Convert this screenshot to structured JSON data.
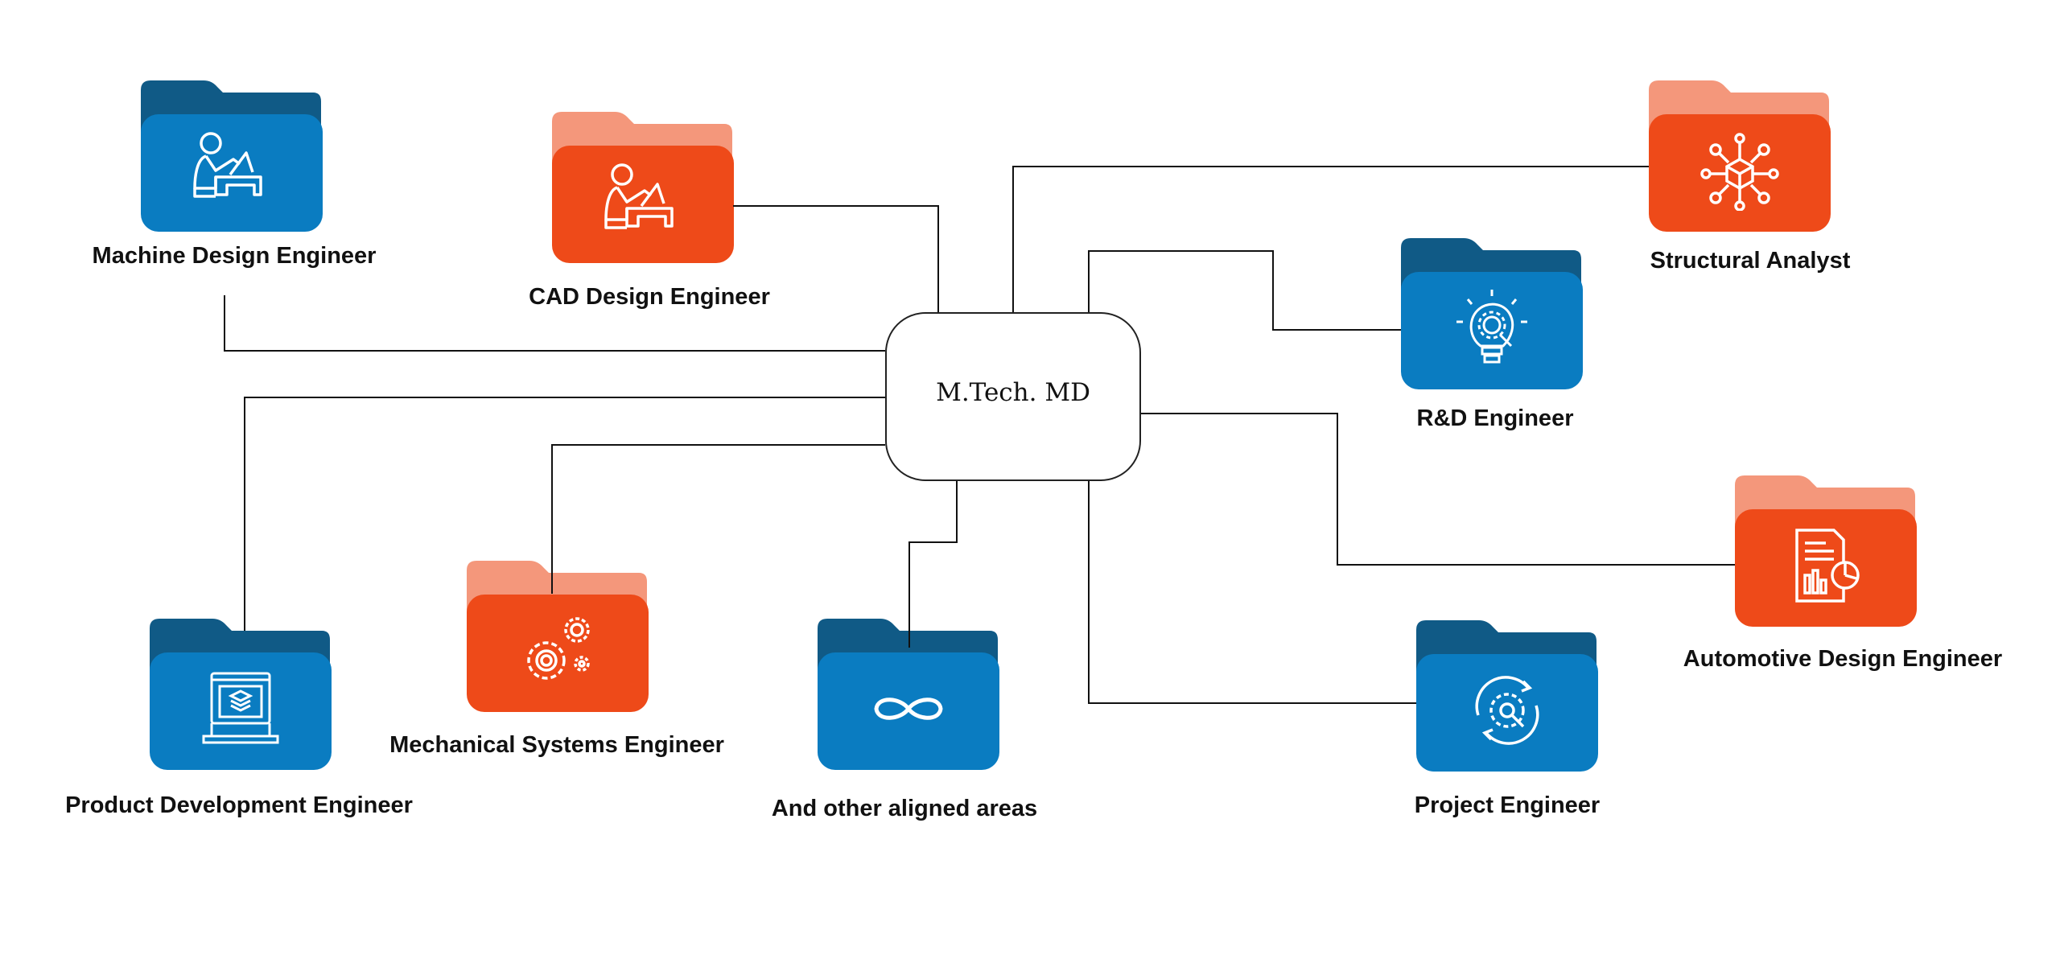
{
  "center": {
    "label": "M.Tech. MD"
  },
  "colors": {
    "blue_front": "#0a7cc1",
    "blue_back": "#105a86",
    "orange_front": "#ee4a19",
    "orange_back": "#f4977b",
    "line": "#111111"
  },
  "nodes": [
    {
      "label": "Machine Design Engineer",
      "color": "blue",
      "icon": "person-drafting-icon"
    },
    {
      "label": "CAD Design Engineer",
      "color": "orange",
      "icon": "person-drafting-icon"
    },
    {
      "label": "Structural Analyst",
      "color": "orange",
      "icon": "cube-network-icon"
    },
    {
      "label": "R&D Engineer",
      "color": "blue",
      "icon": "lightbulb-gear-icon"
    },
    {
      "label": "Automotive Design Engineer",
      "color": "orange",
      "icon": "report-chart-icon"
    },
    {
      "label": "Project Engineer",
      "color": "blue",
      "icon": "gear-wrench-cycle-icon"
    },
    {
      "label": "And other aligned areas",
      "color": "blue",
      "icon": "infinity-icon"
    },
    {
      "label": "Mechanical Systems Engineer",
      "color": "orange",
      "icon": "gears-icon"
    },
    {
      "label": "Product Development Engineer",
      "color": "blue",
      "icon": "laptop-layers-icon"
    }
  ]
}
